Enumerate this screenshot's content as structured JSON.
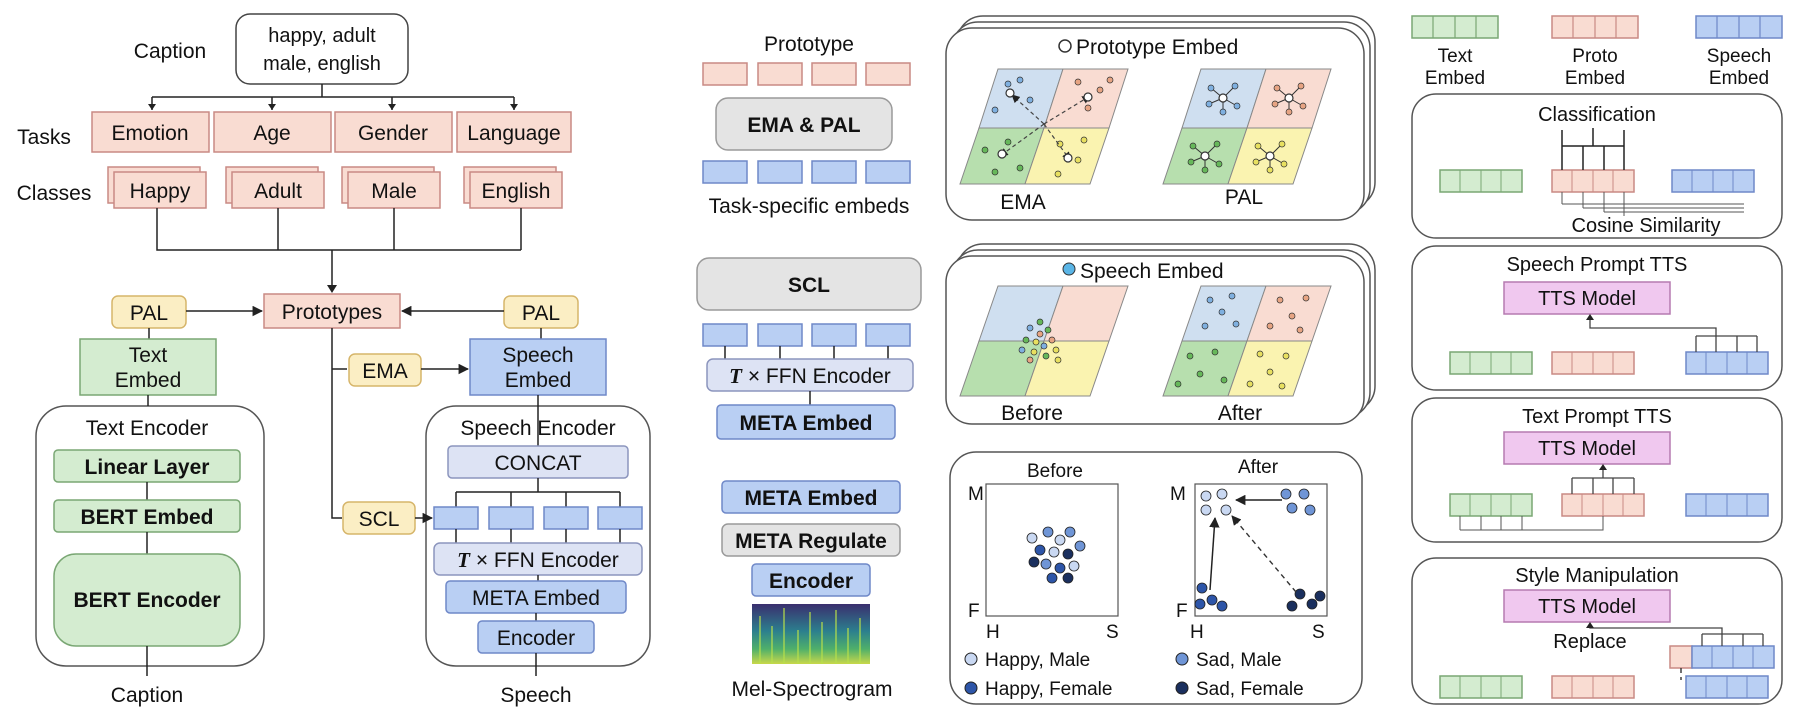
{
  "left": {
    "caption_top": "Caption",
    "caption_box": [
      "happy, adult",
      "male, english"
    ],
    "tasks_label": "Tasks",
    "tasks": [
      "Emotion",
      "Age",
      "Gender",
      "Language"
    ],
    "classes_label": "Classes",
    "classes": [
      "Happy",
      "Adult",
      "Male",
      "English"
    ],
    "prototypes": "Prototypes",
    "pal": "PAL",
    "ema": "EMA",
    "scl": "SCL",
    "text_embed": [
      "Text",
      "Embed"
    ],
    "speech_embed": [
      "Speech",
      "Embed"
    ],
    "text_encoder": {
      "title": "Text Encoder",
      "linear": "Linear Layer",
      "bert_embed": "BERT Embed",
      "bert_encoder": "BERT Encoder"
    },
    "speech_encoder": {
      "title": "Speech Encoder",
      "concat": "CONCAT",
      "ffn_t": "T",
      "ffn_rest": " × FFN Encoder",
      "meta_embed": "META Embed",
      "encoder": "Encoder"
    },
    "caption_bottom": "Caption",
    "speech_bottom": "Speech"
  },
  "middle": {
    "prototype_label": "Prototype",
    "ema_pal": "EMA & PAL",
    "task_specific": "Task-specific embeds",
    "scl": "SCL",
    "ffn_t": "T",
    "ffn_rest": " × FFN Encoder",
    "meta_embed_1": "META Embed",
    "meta_embed_2": "META Embed",
    "meta_regulate": "META Regulate",
    "encoder": "Encoder",
    "mel": "Mel-Spectrogram",
    "proto_panel": {
      "legend": "Prototype Embed",
      "left": "EMA",
      "right": "PAL"
    },
    "speech_panel": {
      "legend": "Speech Embed",
      "left": "Before",
      "right": "After"
    },
    "scatter_panel": {
      "before": "Before",
      "after": "After",
      "axis_m": "M",
      "axis_f": "F",
      "axis_h": "H",
      "axis_s": "S",
      "legend": [
        "Happy, Male",
        "Sad, Male",
        "Happy, Female",
        "Sad, Female"
      ],
      "colors": {
        "happy_male": "#c9d8f2",
        "sad_male": "#6f95d6",
        "happy_female": "#2d55a8",
        "sad_female": "#1a2f5e"
      }
    }
  },
  "right": {
    "legend": {
      "text": [
        "Text",
        "Embed"
      ],
      "proto": [
        "Proto",
        "Embed"
      ],
      "speech": [
        "Speech",
        "Embed"
      ]
    },
    "classification": "Classification",
    "cosine": "Cosine Similarity",
    "speech_prompt": "Speech Prompt TTS",
    "text_prompt": "Text Prompt TTS",
    "style_manip": "Style Manipulation",
    "tts": "TTS Model",
    "replace": "Replace"
  }
}
